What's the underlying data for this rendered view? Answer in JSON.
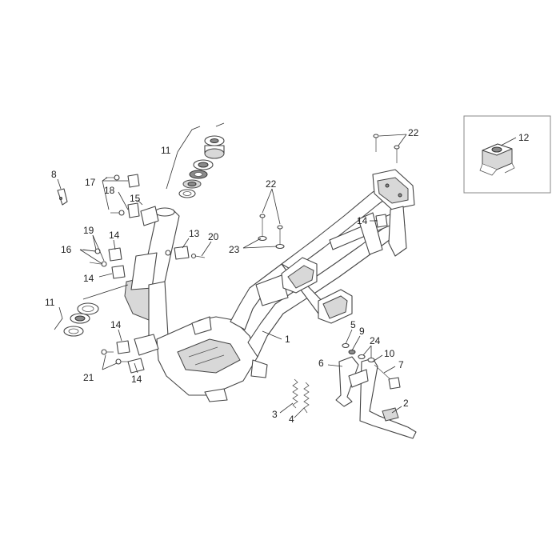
{
  "callouts": [
    {
      "id": "c1",
      "text": "1"
    },
    {
      "id": "c2",
      "text": "2"
    },
    {
      "id": "c3",
      "text": "3"
    },
    {
      "id": "c4",
      "text": "4"
    },
    {
      "id": "c5",
      "text": "5"
    },
    {
      "id": "c6",
      "text": "6"
    },
    {
      "id": "c7",
      "text": "7"
    },
    {
      "id": "c8",
      "text": "8"
    },
    {
      "id": "c9",
      "text": "9"
    },
    {
      "id": "c10",
      "text": "10"
    },
    {
      "id": "c11a",
      "text": "11"
    },
    {
      "id": "c11b",
      "text": "11"
    },
    {
      "id": "c12",
      "text": "12"
    },
    {
      "id": "c13",
      "text": "13"
    },
    {
      "id": "c14a",
      "text": "14"
    },
    {
      "id": "c14b",
      "text": "14"
    },
    {
      "id": "c14c",
      "text": "14"
    },
    {
      "id": "c14d",
      "text": "14"
    },
    {
      "id": "c14e",
      "text": "14"
    },
    {
      "id": "c15",
      "text": "15"
    },
    {
      "id": "c16",
      "text": "16"
    },
    {
      "id": "c17",
      "text": "17"
    },
    {
      "id": "c18",
      "text": "18"
    },
    {
      "id": "c19",
      "text": "19"
    },
    {
      "id": "c20",
      "text": "20"
    },
    {
      "id": "c21",
      "text": "21"
    },
    {
      "id": "c22a",
      "text": "22"
    },
    {
      "id": "c22b",
      "text": "22"
    },
    {
      "id": "c23",
      "text": "23"
    },
    {
      "id": "c24",
      "text": "24"
    }
  ]
}
